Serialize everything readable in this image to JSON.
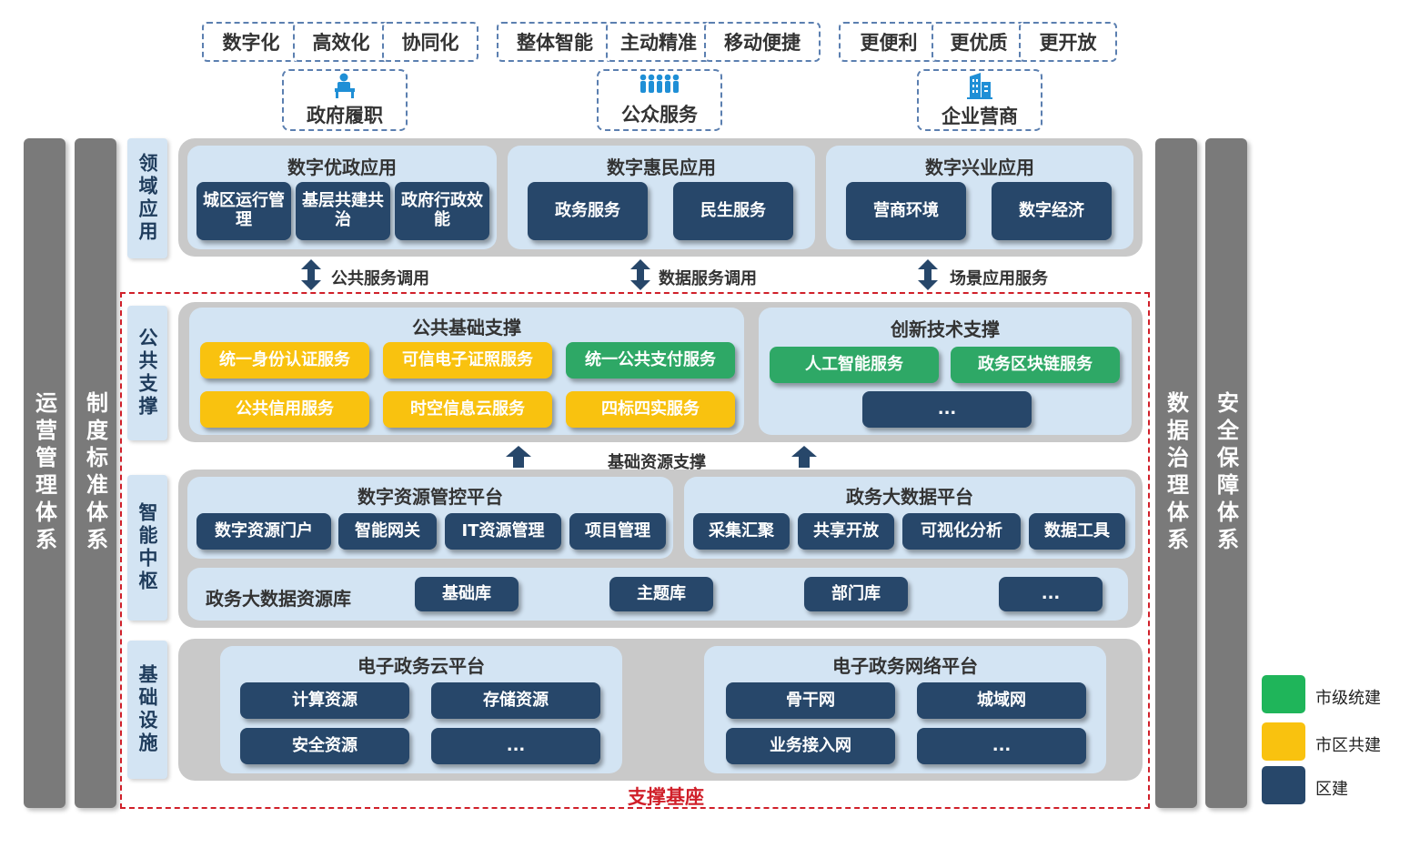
{
  "values_top": {
    "government": [
      "数字化",
      "高效化",
      "协同化"
    ],
    "public": [
      "整体智能",
      "主动精准",
      "移动便捷"
    ],
    "enterprise": [
      "更便利",
      "更优质",
      "更开放"
    ]
  },
  "roles": {
    "government": "政府履职",
    "public": "公众服务",
    "enterprise": "企业营商"
  },
  "pillars": {
    "left_outer": "运营管理体系",
    "left_inner": "制度标准体系",
    "right_inner": "数据治理体系",
    "right_outer": "安全保障体系"
  },
  "layers": {
    "domain_app": "领域应用",
    "public_support": "公共支撑",
    "smart_hub": "智能中枢",
    "infrastructure": "基础设施"
  },
  "domain_apps": {
    "gov": {
      "title": "数字优政应用",
      "items": [
        "城区运行管理",
        "基层共建共治",
        "政府行政效能"
      ]
    },
    "people": {
      "title": "数字惠民应用",
      "items": [
        "政务服务",
        "民生服务"
      ]
    },
    "industry": {
      "title": "数字兴业应用",
      "items": [
        "营商环境",
        "数字经济"
      ]
    }
  },
  "service_calls": [
    "公共服务调用",
    "数据服务调用",
    "场景应用服务"
  ],
  "public_base": {
    "title": "公共基础支撑",
    "items": [
      "统一身份认证服务",
      "可信电子证照服务",
      "统一公共支付服务",
      "公共信用服务",
      "时空信息云服务",
      "四标四实服务"
    ]
  },
  "innovation": {
    "title": "创新技术支撑",
    "items": [
      "人工智能服务",
      "政务区块链服务",
      "..."
    ]
  },
  "resource_support": "基础资源支撑",
  "resource_platform": {
    "title": "数字资源管控平台",
    "items": [
      "数字资源门户",
      "智能网关",
      "IT资源管理",
      "项目管理"
    ]
  },
  "bigdata_platform": {
    "title": "政务大数据平台",
    "items": [
      "采集汇聚",
      "共享开放",
      "可视化分析",
      "数据工具"
    ]
  },
  "bigdata_repo": {
    "title": "政务大数据资源库",
    "items": [
      "基础库",
      "主题库",
      "部门库",
      "..."
    ]
  },
  "cloud_platform": {
    "title": "电子政务云平台",
    "items": [
      "计算资源",
      "存储资源",
      "安全资源",
      "..."
    ]
  },
  "network_platform": {
    "title": "电子政务网络平台",
    "items": [
      "骨干网",
      "城域网",
      "业务接入网",
      "..."
    ]
  },
  "support_base": "支撑基座",
  "legend": {
    "items": [
      {
        "label": "市级统建",
        "color": "#1fb55a"
      },
      {
        "label": "市区共建",
        "color": "#f9c20f"
      },
      {
        "label": "区建",
        "color": "#27476a"
      }
    ]
  },
  "colors": {
    "navy": "#27476a",
    "yellow": "#f9c20f",
    "green": "#2ea866",
    "panel": "#d3e4f3",
    "band": "#c9c9c9",
    "pillar": "#7a7a7a",
    "support_border": "#d0202a"
  }
}
